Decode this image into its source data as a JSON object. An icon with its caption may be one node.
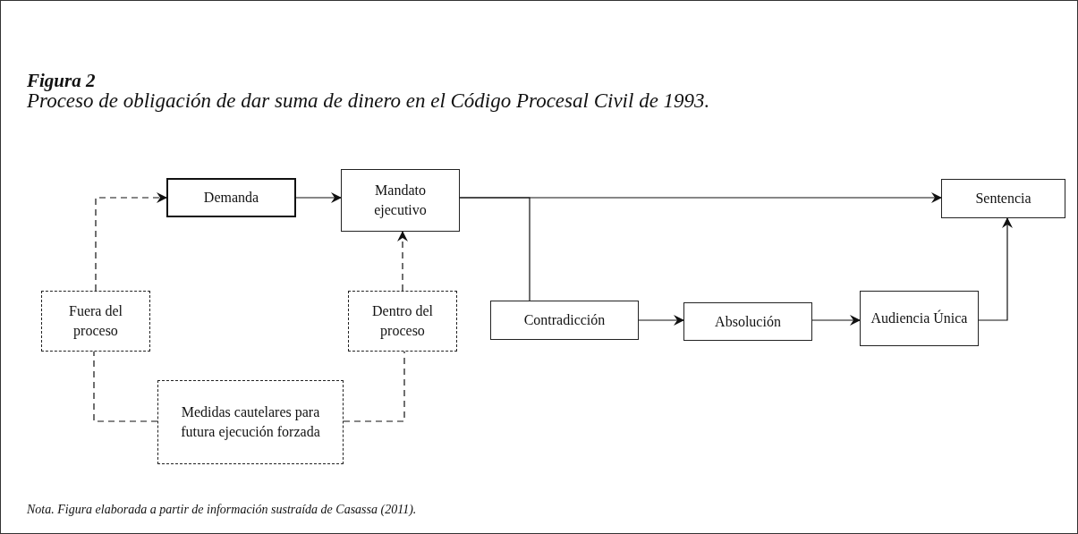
{
  "diagram": {
    "title": "Figura 2",
    "caption": "Nota. Figura elaborada a partir de información sustraída de Casassa (2011).",
    "labels": [
      "Proceso de obligación de dar suma de dinero en el Código Procesal Civil de 1993."
    ],
    "nodes": [
      {
        "text": [
          "Demanda"
        ]
      },
      {
        "text": [
          "Mandato ejecutivo"
        ]
      },
      {
        "text": [
          "Sentencia"
        ]
      },
      {
        "text": [
          "Fuera del proceso"
        ]
      },
      {
        "text": [
          "Dentro del proceso"
        ]
      },
      {
        "text": [
          "Medidas cautelares para futura ejecución forzada"
        ]
      },
      {
        "text": [
          "Contradicción"
        ]
      },
      {
        "text": [
          "Absolución"
        ]
      },
      {
        "text": [
          "Audiencia Única"
        ]
      }
    ],
    "edges": [
      {
        "from": 0,
        "to": 1,
        "arrow": "to"
      },
      {
        "from": 1,
        "to": 2,
        "arrow": "to"
      },
      {
        "from": 1,
        "to": 6,
        "arrow": "none"
      },
      {
        "from": 6,
        "to": 7,
        "arrow": "to"
      },
      {
        "from": 7,
        "to": 8,
        "arrow": "to"
      },
      {
        "from": 8,
        "to": 2,
        "arrow": "to"
      },
      {
        "from": 3,
        "to": 0,
        "arrow": "to",
        "style": "dashed"
      },
      {
        "from": 4,
        "to": 1,
        "arrow": "to",
        "style": "dashed"
      },
      {
        "from": 5,
        "to": 3,
        "arrow": "none",
        "style": "dashed"
      },
      {
        "from": 5,
        "to": 4,
        "arrow": "none",
        "style": "dashed"
      }
    ]
  }
}
